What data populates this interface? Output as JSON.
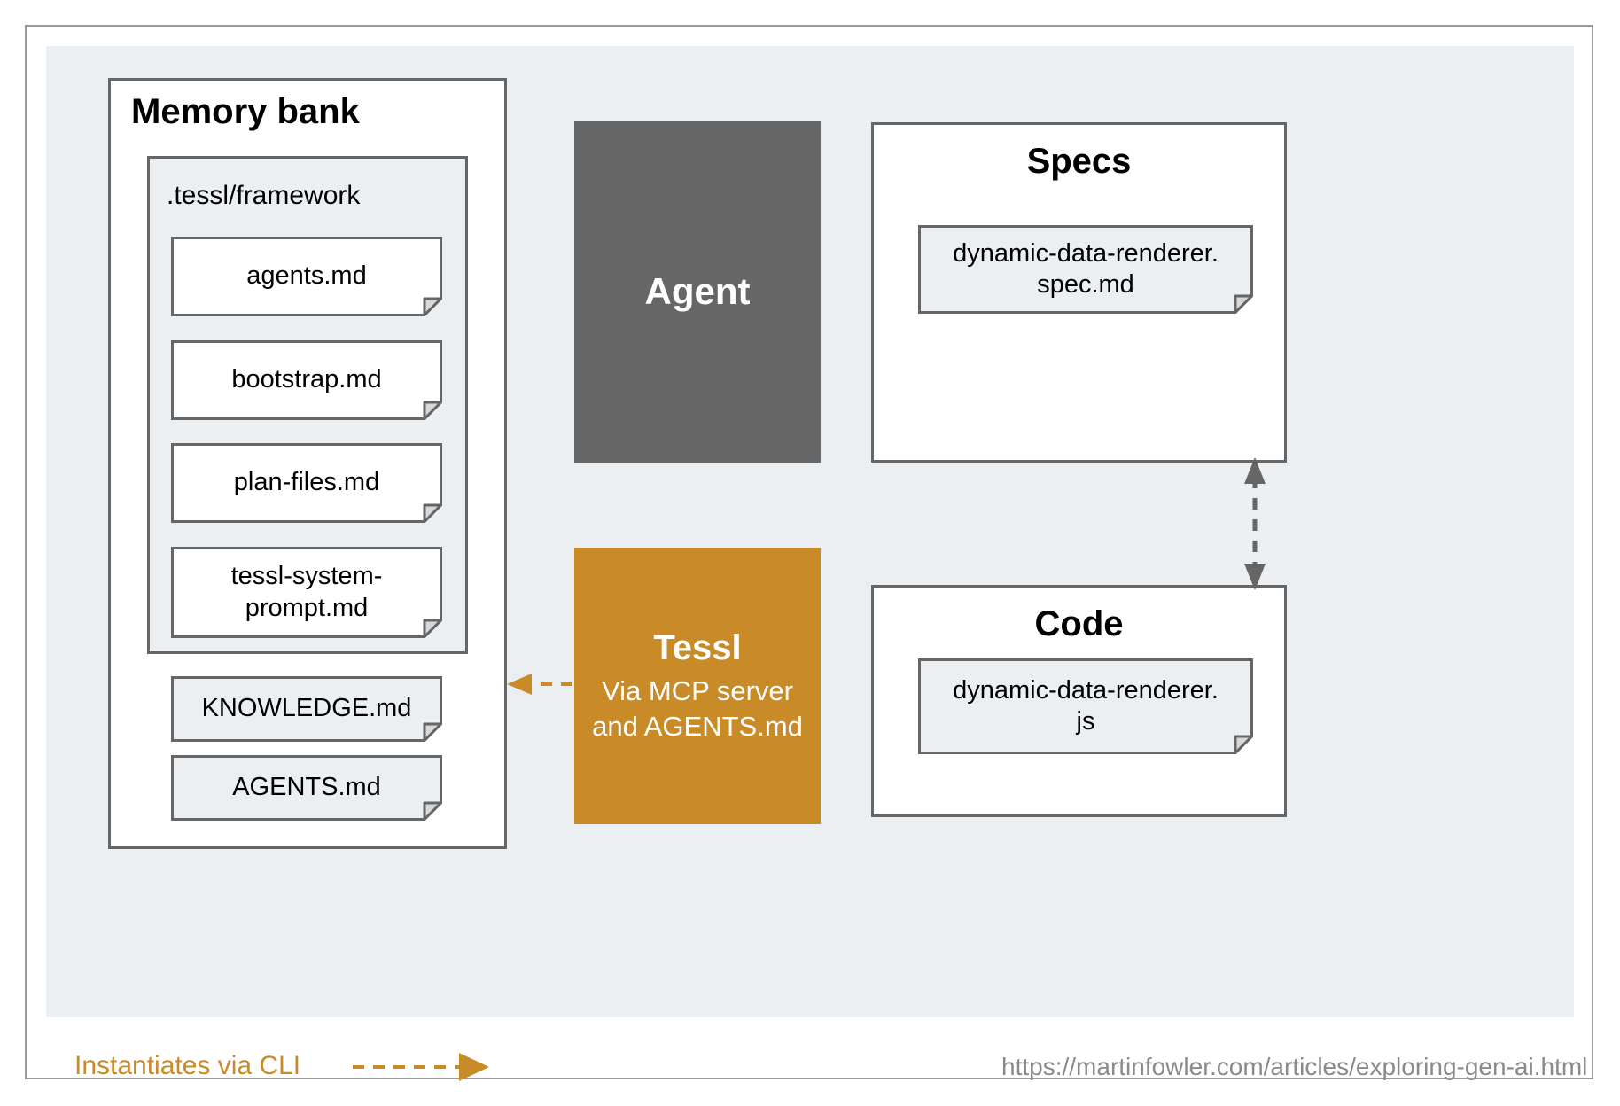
{
  "diagram": {
    "memory_bank": {
      "title": "Memory bank",
      "framework_group": {
        "label": ".tessl/framework",
        "files": [
          {
            "name": "agents.md"
          },
          {
            "name": "bootstrap.md"
          },
          {
            "name": "plan-files.md"
          },
          {
            "name": "tessl-system-prompt.md",
            "line1": "tessl-system-",
            "line2": "prompt.md"
          }
        ]
      },
      "root_files": [
        {
          "name": "KNOWLEDGE.md"
        },
        {
          "name": "AGENTS.md"
        }
      ]
    },
    "agent_block": {
      "title": "Agent",
      "color": "#666666"
    },
    "tessl_block": {
      "title": "Tessl",
      "subtitle_line1": "Via MCP server",
      "subtitle_line2": "and AGENTS.md",
      "color": "#c98a28"
    },
    "specs": {
      "title": "Specs",
      "files": [
        {
          "line1": "dynamic-data-renderer.",
          "line2": "spec.md"
        }
      ]
    },
    "code": {
      "title": "Code",
      "files": [
        {
          "line1": "dynamic-data-renderer.",
          "line2": "js"
        }
      ]
    },
    "connectors": [
      {
        "id": "tessl-to-memory-bank",
        "style": "dashed",
        "color": "#c98a28",
        "direction": "left"
      },
      {
        "id": "specs-code-bidirectional",
        "style": "dashed",
        "color": "#666666",
        "direction": "both"
      }
    ]
  },
  "legend": {
    "label": "Instantiates via CLI",
    "arrow_color": "#c98a28"
  },
  "footer": {
    "url": "https://martinfowler.com/articles/exploring-gen-ai.html"
  },
  "colors": {
    "canvas": "#eceff1",
    "border": "#666666",
    "agent": "#666666",
    "tessl": "#c98a28",
    "note_fill": "#ffffff",
    "note_fill_alt": "#eceff1",
    "url": "#8a8a8a"
  }
}
